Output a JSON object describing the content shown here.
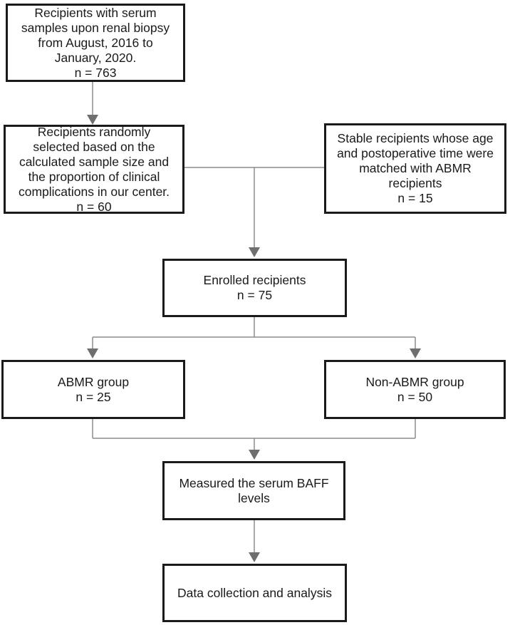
{
  "diagram": {
    "type": "flowchart",
    "background": "#ffffff",
    "colors": {
      "box_border": "#1a1a1a",
      "box_fill": "#ffffff",
      "text": "#1a1a1a",
      "line": "#8c8c8c",
      "arrowhead": "#6f6f6f"
    },
    "boxes": {
      "biopsy_recipients": {
        "text": "Recipients with serum\nsamples upon renal biopsy\nfrom August, 2016 to\nJanuary, 2020.\nn = 763"
      },
      "random_selection": {
        "text": "Recipients randomly\nselected based on the\ncalculated sample size and\nthe proportion of clinical\ncomplications in our center.\nn = 60"
      },
      "stable_matched": {
        "text": "Stable recipients whose age\nand postoperative time were\nmatched with ABMR\nrecipients\nn = 15"
      },
      "enrolled": {
        "text": "Enrolled recipients\nn = 75"
      },
      "abmr_group": {
        "text": "ABMR group\nn = 25"
      },
      "non_abmr_group": {
        "text": "Non-ABMR group\nn = 50"
      },
      "baff_measurement": {
        "text": "Measured the serum BAFF\nlevels"
      },
      "data_analysis": {
        "text": "Data collection and analysis"
      }
    },
    "counts": {
      "total_biopsy_recipients": 763,
      "randomly_selected": 60,
      "stable_matched": 15,
      "enrolled": 75,
      "abmr": 25,
      "non_abmr": 50
    }
  }
}
